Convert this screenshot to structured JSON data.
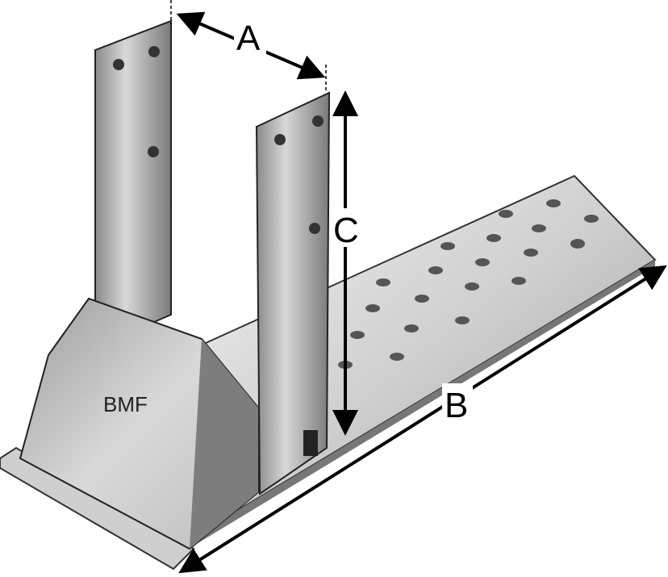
{
  "diagram": {
    "dimension_labels": {
      "a": "A",
      "b": "B",
      "c": "C"
    },
    "embossed_text": "BMF",
    "colors": {
      "metal_light": "#e6e6e6",
      "metal_mid": "#b8b8b8",
      "metal_dark": "#6f6f6f",
      "line": "#000000"
    }
  }
}
